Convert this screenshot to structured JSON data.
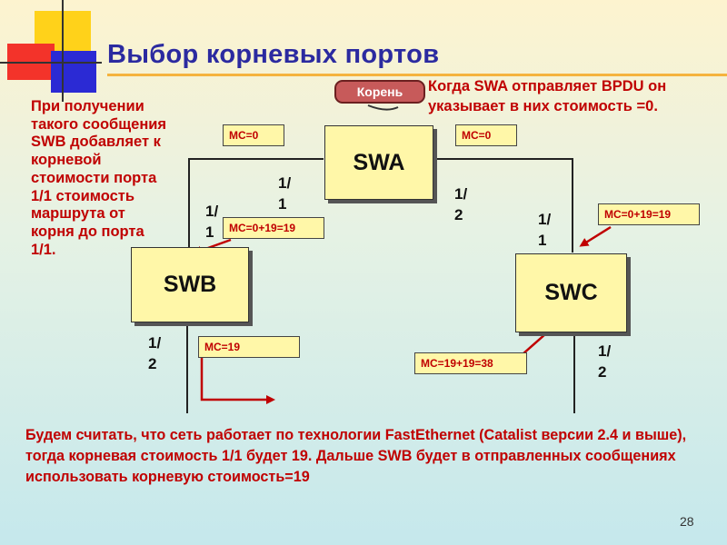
{
  "slide": {
    "title": "Выбор корневых портов",
    "page_number": "28",
    "root_label": "Корень",
    "top_note": [
      "Когда SWA отправляет BPDU он",
      "указывает в них стоимость =0."
    ],
    "left_note": "При получении такого сообщения SWB добавляет к корневой стоимости порта 1/1 стоимость маршрута от корня до порта 1/1.",
    "bottom_note": "Будем считать, что сеть работает по технологии FastEthernet  (Catalist версии 2.4 и выше), тогда корневая стоимость 1/1 будет 19. Дальше SWB будет в отправленных сообщениях использовать корневую стоимость=19"
  },
  "switches": {
    "swa": "SWA",
    "swb": "SWB",
    "swc": "SWC"
  },
  "costs": {
    "swa_left": "MC=0",
    "swa_right": "MC=0",
    "swb_received": "MC=0+19=19",
    "swc_received": "MC=0+19=19",
    "swb_sent": "MC=19",
    "swc_sent": "MC=19+19=38"
  },
  "ports": {
    "swa_left": [
      "1/",
      "1"
    ],
    "swa_right": [
      "1/",
      "2"
    ],
    "swb_top": [
      "1/",
      "1"
    ],
    "swb_bottom": [
      "1/",
      "2"
    ],
    "swc_top": [
      "1/",
      "1"
    ],
    "swc_bottom": [
      "1/",
      "2"
    ]
  },
  "colors": {
    "accent_red": "#c00000",
    "title_blue": "#2b2aa0",
    "switch_fill": "#fff7a8",
    "root_fill": "#c75a5a"
  }
}
